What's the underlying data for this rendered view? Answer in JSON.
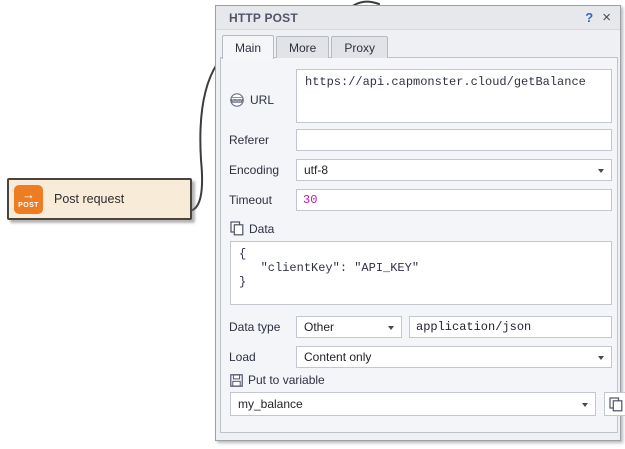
{
  "node": {
    "label": "Post request",
    "icon": {
      "arrow": "→",
      "text": "POST"
    }
  },
  "dialog": {
    "title": "HTTP POST",
    "titlebar": {
      "help": "?",
      "close": "×"
    },
    "tabs": [
      {
        "label": "Main",
        "active": true
      },
      {
        "label": "More",
        "active": false
      },
      {
        "label": "Proxy",
        "active": false
      }
    ],
    "fields": {
      "url": {
        "label": "URL",
        "value": "https://api.capmonster.cloud/getBalance"
      },
      "referer": {
        "label": "Referer",
        "value": ""
      },
      "encoding": {
        "label": "Encoding",
        "value": "utf-8"
      },
      "timeout": {
        "label": "Timeout",
        "value": "30"
      },
      "data": {
        "label": "Data",
        "value": "{\n   \"clientKey\": \"API_KEY\"\n}"
      },
      "data_type": {
        "label": "Data type",
        "value": "Other",
        "content_type": "application/json"
      },
      "load": {
        "label": "Load",
        "value": "Content only"
      },
      "put_to_variable": {
        "label": "Put to variable",
        "value": "my_balance"
      }
    }
  },
  "colors": {
    "accent_orange": "#ed7d22",
    "timeout_value": "#bb1caf",
    "help_blue": "#3565c8",
    "node_fill": "#f8ecd8"
  }
}
